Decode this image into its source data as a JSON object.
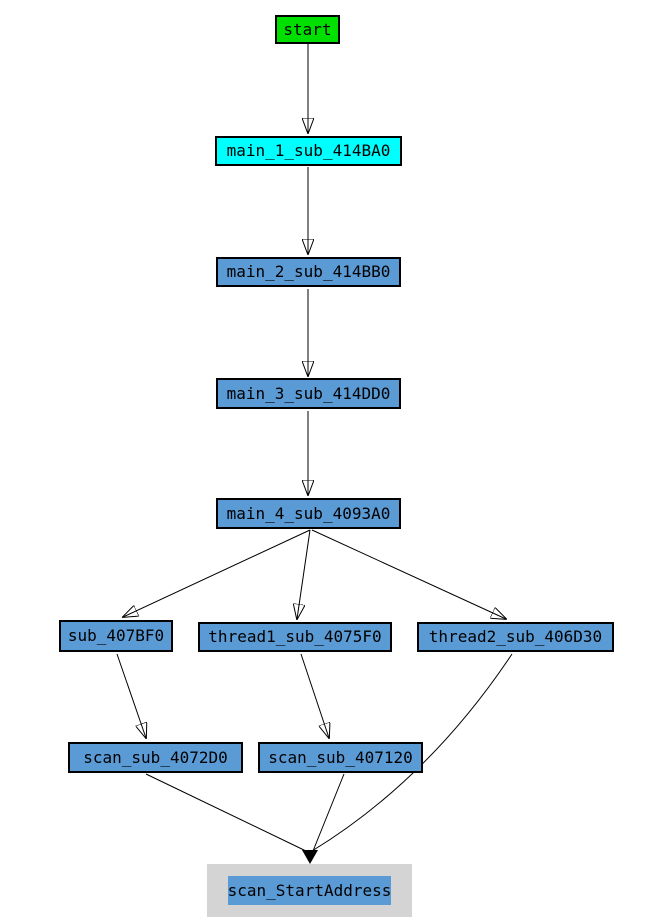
{
  "diagram": {
    "type": "call-graph",
    "background": "#ffffff",
    "colors": {
      "start_node_fill": "#00e000",
      "entry_node_fill": "#00ffff",
      "function_node_fill": "#5b9bd5",
      "selected_halo_fill": "#d4d4d4",
      "node_border": "#000000",
      "node_text": "#000000",
      "edge": "#000000"
    },
    "nodes": [
      {
        "id": "start",
        "label": "start",
        "kind": "start",
        "selected": false
      },
      {
        "id": "main_1_sub_414BA0",
        "label": "main_1_sub_414BA0",
        "kind": "entry",
        "selected": false
      },
      {
        "id": "main_2_sub_414BB0",
        "label": "main_2_sub_414BB0",
        "kind": "function",
        "selected": false
      },
      {
        "id": "main_3_sub_414DD0",
        "label": "main_3_sub_414DD0",
        "kind": "function",
        "selected": false
      },
      {
        "id": "main_4_sub_4093A0",
        "label": "main_4_sub_4093A0",
        "kind": "function",
        "selected": false
      },
      {
        "id": "sub_407BF0",
        "label": "sub_407BF0",
        "kind": "function",
        "selected": false
      },
      {
        "id": "thread1_sub_4075F0",
        "label": "thread1_sub_4075F0",
        "kind": "function",
        "selected": false
      },
      {
        "id": "thread2_sub_406D30",
        "label": "thread2_sub_406D30",
        "kind": "function",
        "selected": false
      },
      {
        "id": "scan_sub_4072D0",
        "label": "scan_sub_4072D0",
        "kind": "function",
        "selected": false
      },
      {
        "id": "scan_sub_407120",
        "label": "scan_sub_407120",
        "kind": "function",
        "selected": false
      },
      {
        "id": "scan_StartAddress",
        "label": "scan_StartAddress",
        "kind": "function",
        "selected": true
      }
    ],
    "edges": [
      {
        "from": "start",
        "to": "main_1_sub_414BA0"
      },
      {
        "from": "main_1_sub_414BA0",
        "to": "main_2_sub_414BB0"
      },
      {
        "from": "main_2_sub_414BB0",
        "to": "main_3_sub_414DD0"
      },
      {
        "from": "main_3_sub_414DD0",
        "to": "main_4_sub_4093A0"
      },
      {
        "from": "main_4_sub_4093A0",
        "to": "sub_407BF0"
      },
      {
        "from": "main_4_sub_4093A0",
        "to": "thread1_sub_4075F0"
      },
      {
        "from": "main_4_sub_4093A0",
        "to": "thread2_sub_406D30"
      },
      {
        "from": "sub_407BF0",
        "to": "scan_sub_4072D0"
      },
      {
        "from": "thread1_sub_4075F0",
        "to": "scan_sub_407120"
      },
      {
        "from": "thread2_sub_406D30",
        "to": "scan_StartAddress"
      },
      {
        "from": "scan_sub_4072D0",
        "to": "scan_StartAddress"
      },
      {
        "from": "scan_sub_407120",
        "to": "scan_StartAddress"
      }
    ]
  }
}
